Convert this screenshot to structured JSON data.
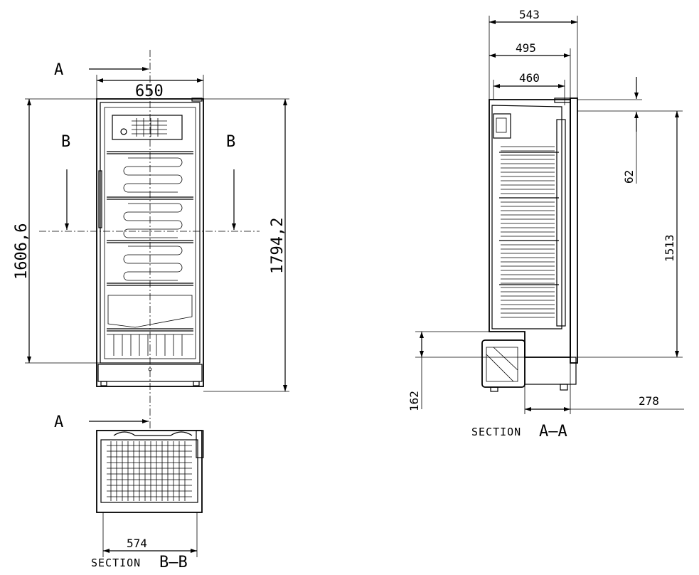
{
  "front_view": {
    "width_label": "650",
    "height_label": "1794,2",
    "inner_height_label": "1606,6",
    "section_marker_a": "A",
    "section_marker_a_bottom": "A",
    "section_marker_b_left": "B",
    "section_marker_b_right": "B"
  },
  "side_view": {
    "depth_total_label": "543",
    "depth_mid_label": "495",
    "depth_inner_label": "460",
    "top_offset_label": "62",
    "inner_height_label": "1513",
    "base_height_label": "162",
    "base_depth_label": "278",
    "caption_prefix": "SECTION",
    "caption_id": "A—A"
  },
  "top_view": {
    "width_label": "574",
    "caption_prefix": "SECTION",
    "caption_id": "B—B"
  }
}
